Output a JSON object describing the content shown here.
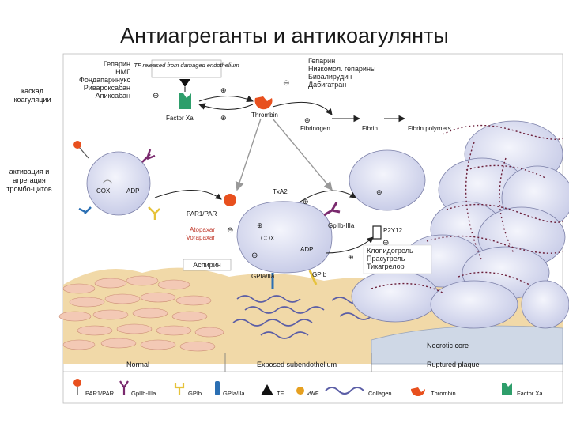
{
  "title": "Антиагреганты и антикоагулянты",
  "side_labels": {
    "coagulation": "каскад коагуляции",
    "platelet": "активация и агрегация тромбо-цитов"
  },
  "drug_groups": {
    "xa_inhibitors": [
      "Гепарин",
      "НМГ",
      "Фондапаринукс",
      "Ривароксабан",
      "Апиксабан"
    ],
    "thrombin_inhibitors": [
      "Гепарин",
      "Низкомол. гепарины",
      "Бивалирудин",
      "Дабигатран"
    ],
    "par_antagonists": [
      "Atopaxar",
      "Vorapaxar"
    ],
    "aspirin": "Аспирин",
    "p2y12_inhibitors": [
      "Клопидогрель",
      "Прасугрель",
      "Тикагрелор"
    ]
  },
  "cascade": {
    "tf_note": "TF released from damaged endothelium",
    "factor_xa": "Factor Xa",
    "thrombin": "Thrombin",
    "fibrinogen": "Fibrinogen",
    "fibrin": "Fibrin",
    "fibrin_polymers": "Fibrin polymers",
    "plus": "⊕",
    "minus": "⊖"
  },
  "platelet_labels": {
    "cox": "COX",
    "adp": "ADP",
    "par1": "PAR1/PAR",
    "txa2": "TxA2",
    "gpiibiiia": "GpIIb-IIIa",
    "p2y12": "P2Y12",
    "gpiaiia": "GPIa/IIa",
    "gpib": "GPIb"
  },
  "zones": {
    "normal": "Normal",
    "exposed": "Exposed subendothelium",
    "ruptured": "Ruptured plaque",
    "necrotic": "Necrotic core"
  },
  "legend": [
    {
      "label": "PAR1/PAR",
      "icon": "par-receptor-icon"
    },
    {
      "label": "GpIIb-IIIa",
      "icon": "gpiibiiia-icon"
    },
    {
      "label": "GPIb",
      "icon": "gpib-icon"
    },
    {
      "label": "GPIa/IIa",
      "icon": "gpiaiia-icon"
    },
    {
      "label": "TF",
      "icon": "tf-icon"
    },
    {
      "label": "vWF",
      "icon": "vwf-icon"
    },
    {
      "label": "Collagen",
      "icon": "collagen-icon"
    },
    {
      "label": "Thrombin",
      "icon": "thrombin-icon"
    },
    {
      "label": "Factor Xa",
      "icon": "factor-xa-icon"
    }
  ],
  "colors": {
    "platelet_fill": "#dde0f2",
    "thrombin": "#e8501e",
    "factor_xa": "#2e9e6b",
    "gpiibiiia": "#7a2a6e",
    "gpib": "#e6c23a",
    "gpiaiia": "#2b6fb3",
    "subendothelium": "#f1d9a8",
    "necrotic": "#cfd8e6"
  }
}
